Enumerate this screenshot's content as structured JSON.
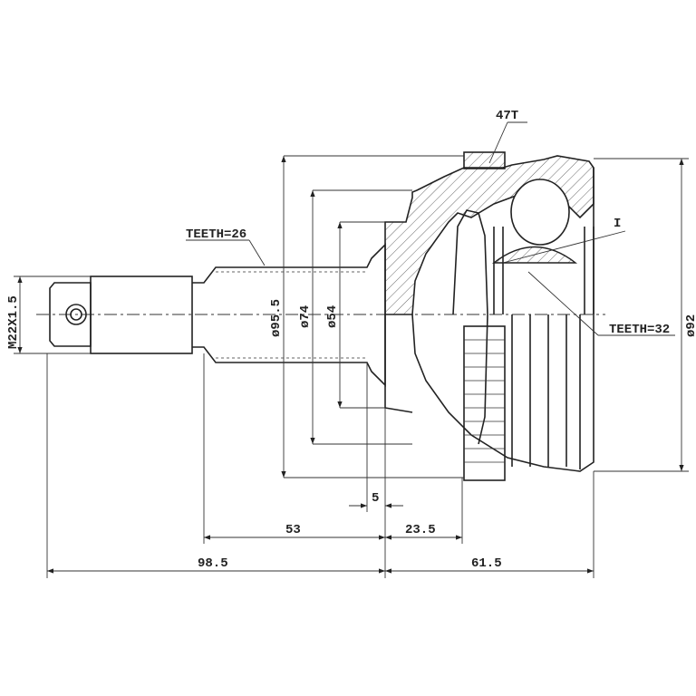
{
  "labels": {
    "tooth_ring": "47T",
    "shaft_teeth": "TEETH=26",
    "inner_teeth": "TEETH=32",
    "detail_marker": "I",
    "thread": "M22X1.5",
    "dia_outer_abs": "ø95.5",
    "dia_flange": "ø74",
    "dia_seal": "ø54",
    "dia_housing": "ø92"
  },
  "dimensions": {
    "d_5": "5",
    "d_53": "53",
    "d_23_5": "23.5",
    "d_98_5": "98.5",
    "d_61_5": "61.5"
  }
}
